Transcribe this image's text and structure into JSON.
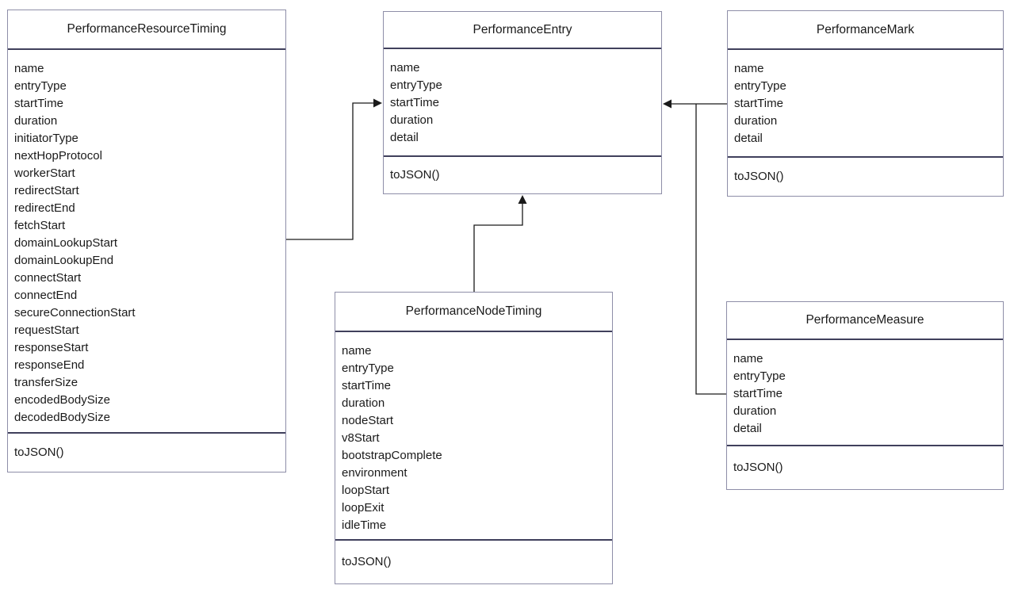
{
  "diagram": {
    "classes": [
      {
        "name": "PerformanceResourceTiming",
        "attributes": [
          "name",
          "entryType",
          "startTime",
          "duration",
          "initiatorType",
          "nextHopProtocol",
          "workerStart",
          "redirectStart",
          "redirectEnd",
          "fetchStart",
          "domainLookupStart",
          "domainLookupEnd",
          "connectStart",
          "connectEnd",
          "secureConnectionStart",
          "requestStart",
          "responseStart",
          "responseEnd",
          "transferSize",
          "encodedBodySize",
          "decodedBodySize"
        ],
        "methods": [
          "toJSON()"
        ]
      },
      {
        "name": "PerformanceEntry",
        "attributes": [
          "name",
          "entryType",
          "startTime",
          "duration",
          "detail"
        ],
        "methods": [
          "toJSON()"
        ]
      },
      {
        "name": "PerformanceMark",
        "attributes": [
          "name",
          "entryType",
          "startTime",
          "duration",
          "detail"
        ],
        "methods": [
          "toJSON()"
        ]
      },
      {
        "name": "PerformanceNodeTiming",
        "attributes": [
          "name",
          "entryType",
          "startTime",
          "duration",
          "nodeStart",
          "v8Start",
          "bootstrapComplete",
          "environment",
          "loopStart",
          "loopExit",
          "idleTime"
        ],
        "methods": [
          "toJSON()"
        ]
      },
      {
        "name": "PerformanceMeasure",
        "attributes": [
          "name",
          "entryType",
          "startTime",
          "duration",
          "detail"
        ],
        "methods": [
          "toJSON()"
        ]
      }
    ],
    "relationships": [
      {
        "from": "PerformanceResourceTiming",
        "to": "PerformanceEntry",
        "type": "arrow"
      },
      {
        "from": "PerformanceMark",
        "to": "PerformanceEntry",
        "type": "arrow"
      },
      {
        "from": "PerformanceMeasure",
        "to": "PerformanceEntry",
        "type": "arrow"
      },
      {
        "from": "PerformanceNodeTiming",
        "to": "PerformanceEntry",
        "type": "arrow"
      }
    ],
    "colors": {
      "box_border": "#8e8ea8",
      "compartment_separator": "#40405c",
      "connector": "#1a1a1a",
      "text": "#1a1a1a",
      "background": "#ffffff"
    }
  }
}
